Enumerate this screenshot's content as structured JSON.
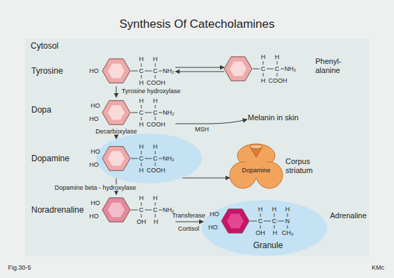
{
  "diagram": {
    "title": "Synthesis Of Catecholamines",
    "nodes": [
      {
        "text": [
          "Cytosol"
        ]
      },
      {
        "text": [
          "Tyrosine"
        ],
        "in": 0
      },
      {
        "text": [
          "Phenyl- alanine"
        ],
        "in": 0
      },
      {
        "text": [
          "Dopa"
        ],
        "in": 0
      },
      {
        "text": [
          "Melanin in skin"
        ],
        "in": 0
      },
      {
        "text": [
          "Dopamine"
        ],
        "in": 0
      },
      {
        "text": [
          "Dopamine",
          "Corpus striatum"
        ],
        "in": 0
      },
      {
        "text": [
          "Noradrenaline"
        ],
        "in": 0
      },
      {
        "text": [
          "Granule",
          "Adrenaline"
        ],
        "in": 0
      }
    ],
    "edges": [
      {
        "from": 1,
        "to": 3,
        "arrow": "to",
        "label": "Tyrosine hydroxylase"
      },
      {
        "from": 1,
        "to": 2,
        "arrow": "both"
      },
      {
        "from": 3,
        "to": 5,
        "arrow": "to",
        "label": "Decarboxylase"
      },
      {
        "from": 3,
        "to": 4,
        "arrow": "to",
        "label": "MSH"
      },
      {
        "from": 5,
        "to": 7,
        "arrow": "to",
        "label": "Dopamine beta - hydroxylase"
      },
      {
        "from": 5,
        "to": 6,
        "arrow": "to"
      },
      {
        "from": 7,
        "to": 8,
        "arrow": "to",
        "label": "Transferase"
      }
    ],
    "labels": [
      "HO",
      "H",
      "H",
      "C",
      "C",
      "NH₂",
      "H",
      "COOH",
      "H",
      "H",
      "C",
      "C",
      "NH₂",
      "H",
      "COOH",
      "HO",
      "HO",
      "H",
      "H",
      "C",
      "C",
      "NH₂",
      "H",
      "COOH",
      "HO",
      "HO",
      "H",
      "H",
      "C",
      "C",
      "NH₂",
      "H",
      "COOH",
      "HO",
      "HO",
      "H",
      "H",
      "C",
      "C",
      "NH₂",
      "OH",
      "H",
      "HO",
      "HO",
      "H",
      "H",
      "H",
      "C",
      "C",
      "N",
      "OH",
      "H",
      "CH₃",
      "Cortisol",
      "Fig.30-5",
      "KMc"
    ]
  }
}
